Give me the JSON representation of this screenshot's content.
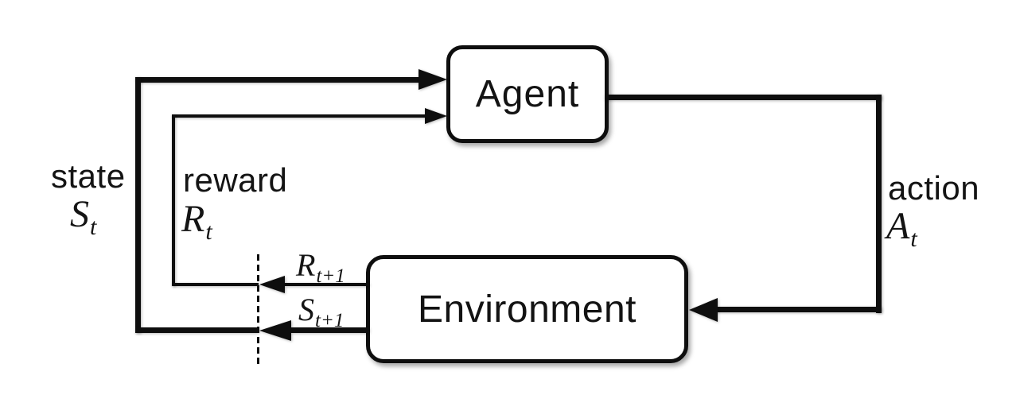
{
  "nodes": {
    "agent": {
      "label": "Agent"
    },
    "environment": {
      "label": "Environment"
    }
  },
  "labels": {
    "state": {
      "word": "state",
      "symbol_base": "S",
      "symbol_sub": "t"
    },
    "reward": {
      "word": "reward",
      "symbol_base": "R",
      "symbol_sub": "t"
    },
    "action": {
      "word": "action",
      "symbol_base": "A",
      "symbol_sub": "t"
    },
    "next_reward": {
      "symbol_base": "R",
      "symbol_sub": "t+1"
    },
    "next_state": {
      "symbol_base": "S",
      "symbol_sub": "t+1"
    }
  },
  "edges": [
    {
      "name": "state",
      "from": "Environment",
      "to": "Agent",
      "style": "thick"
    },
    {
      "name": "reward",
      "from": "Environment",
      "to": "Agent",
      "style": "thin"
    },
    {
      "name": "action",
      "from": "Agent",
      "to": "Environment",
      "style": "thick"
    }
  ],
  "colors": {
    "line": "#0e0e0e",
    "background": "#ffffff",
    "node_fill": "#ffffff"
  }
}
